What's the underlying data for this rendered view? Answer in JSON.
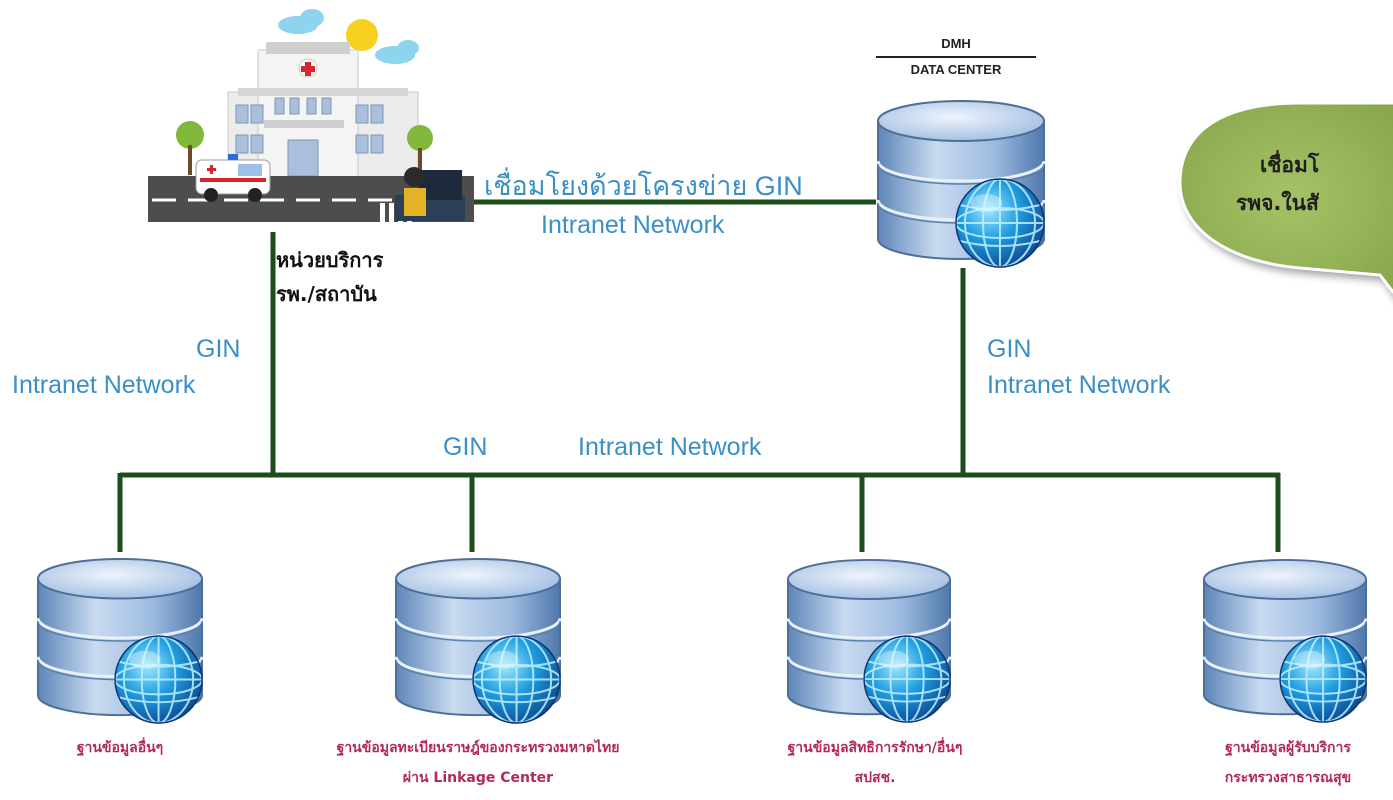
{
  "gin_link": {
    "title": "เชื่อมโยงด้วยโครงข่าย GIN",
    "subtitle": "Intranet Network"
  },
  "hospital": {
    "line1": "หน่วยบริการ",
    "line2": "รพ./สถาบัน"
  },
  "data_center": {
    "line1": "DMH",
    "line2": "DATA CENTER"
  },
  "left_link": {
    "gin": "GIN",
    "network": "Intranet Network"
  },
  "right_link": {
    "gin": "GIN",
    "network": "Intranet Network"
  },
  "bus_link": {
    "gin": "GIN",
    "network": "Intranet Network"
  },
  "bubble": {
    "line1": "เชื่อมโ",
    "line2": "รพจ.ในสั"
  },
  "databases": [
    {
      "line1": "ฐานข้อมูลอื่นๆ",
      "line2": ""
    },
    {
      "line1": "ฐานข้อมูลทะเบียนราษฎ์ของกระทรวงมหาดไทย",
      "line2": "ผ่าน Linkage Center"
    },
    {
      "line1": "ฐานข้อมูลสิทธิการรักษา/อื่นๆ",
      "line2": "สปสช."
    },
    {
      "line1": "ฐานข้อมูลผู้รับบริการ",
      "line2": "กระทรวงสาธารณสุข"
    }
  ],
  "colors": {
    "network_line": "#1d4d1b",
    "network_text": "#3b8fc7",
    "db_label": "#b4285a",
    "bubble": "#98b55c"
  }
}
